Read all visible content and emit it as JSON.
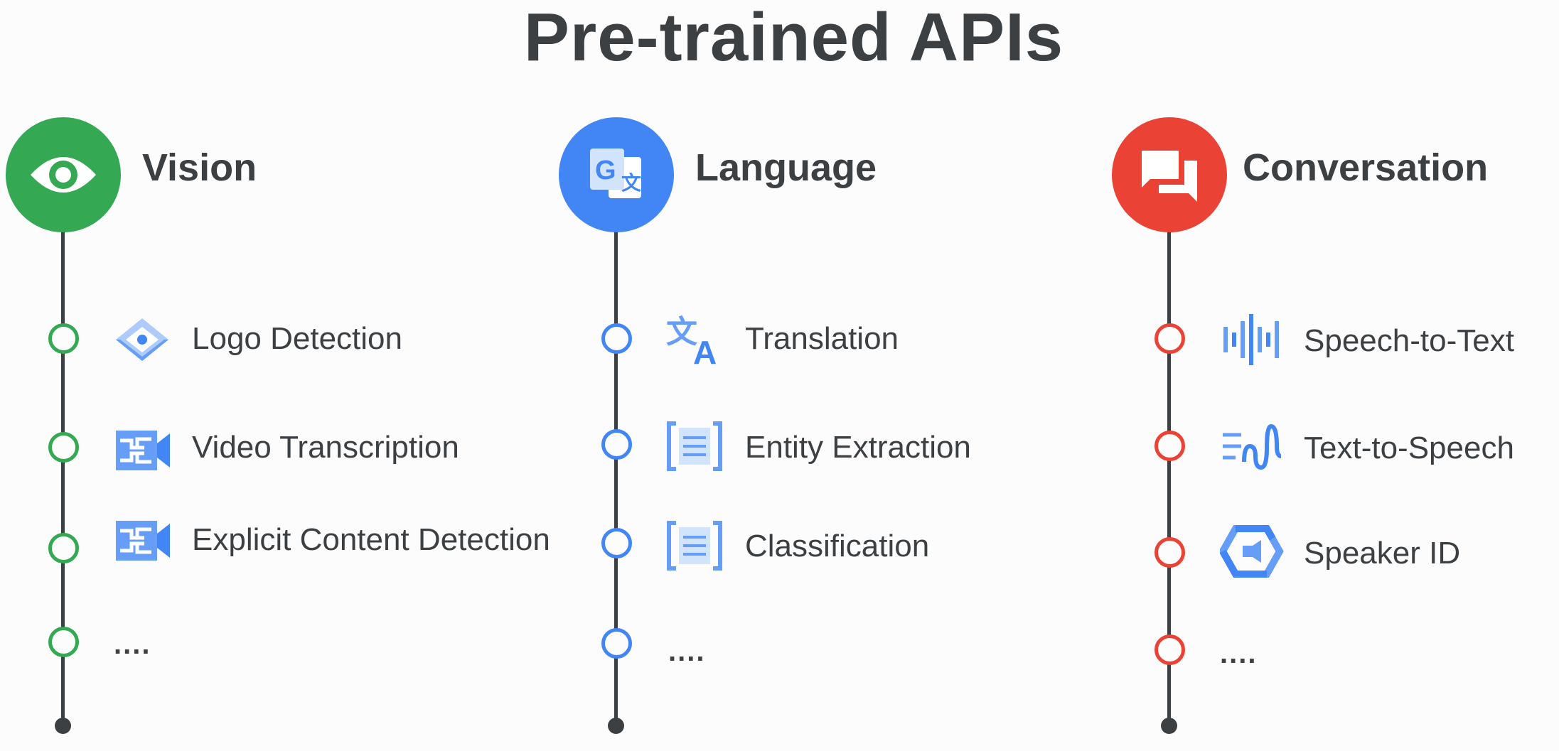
{
  "title": "Pre-trained APIs",
  "colors": {
    "vision": "#34a853",
    "language": "#4285f4",
    "conversation": "#ea4335",
    "line": "#3c4043"
  },
  "columns": [
    {
      "heading": "Vision",
      "icon": "eye-icon",
      "items": [
        {
          "label": "Logo Detection",
          "icon": "diamond-target-icon"
        },
        {
          "label": "Video Transcription",
          "icon": "video-intelligence-icon"
        },
        {
          "label": "Explicit Content Detection",
          "icon": "video-intelligence-icon"
        }
      ],
      "ellipsis": "...."
    },
    {
      "heading": "Language",
      "icon": "google-translate-icon",
      "items": [
        {
          "label": "Translation",
          "icon": "translate-icon"
        },
        {
          "label": "Entity Extraction",
          "icon": "document-brackets-icon"
        },
        {
          "label": "Classification",
          "icon": "document-brackets-icon"
        }
      ],
      "ellipsis": "...."
    },
    {
      "heading": "Conversation",
      "icon": "chat-bubbles-icon",
      "items": [
        {
          "label": "Speech-to-Text",
          "icon": "audio-bars-icon"
        },
        {
          "label": "Text-to-Speech",
          "icon": "text-wave-icon"
        },
        {
          "label": "Speaker ID",
          "icon": "hexagon-speaker-icon"
        }
      ],
      "ellipsis": "...."
    }
  ]
}
